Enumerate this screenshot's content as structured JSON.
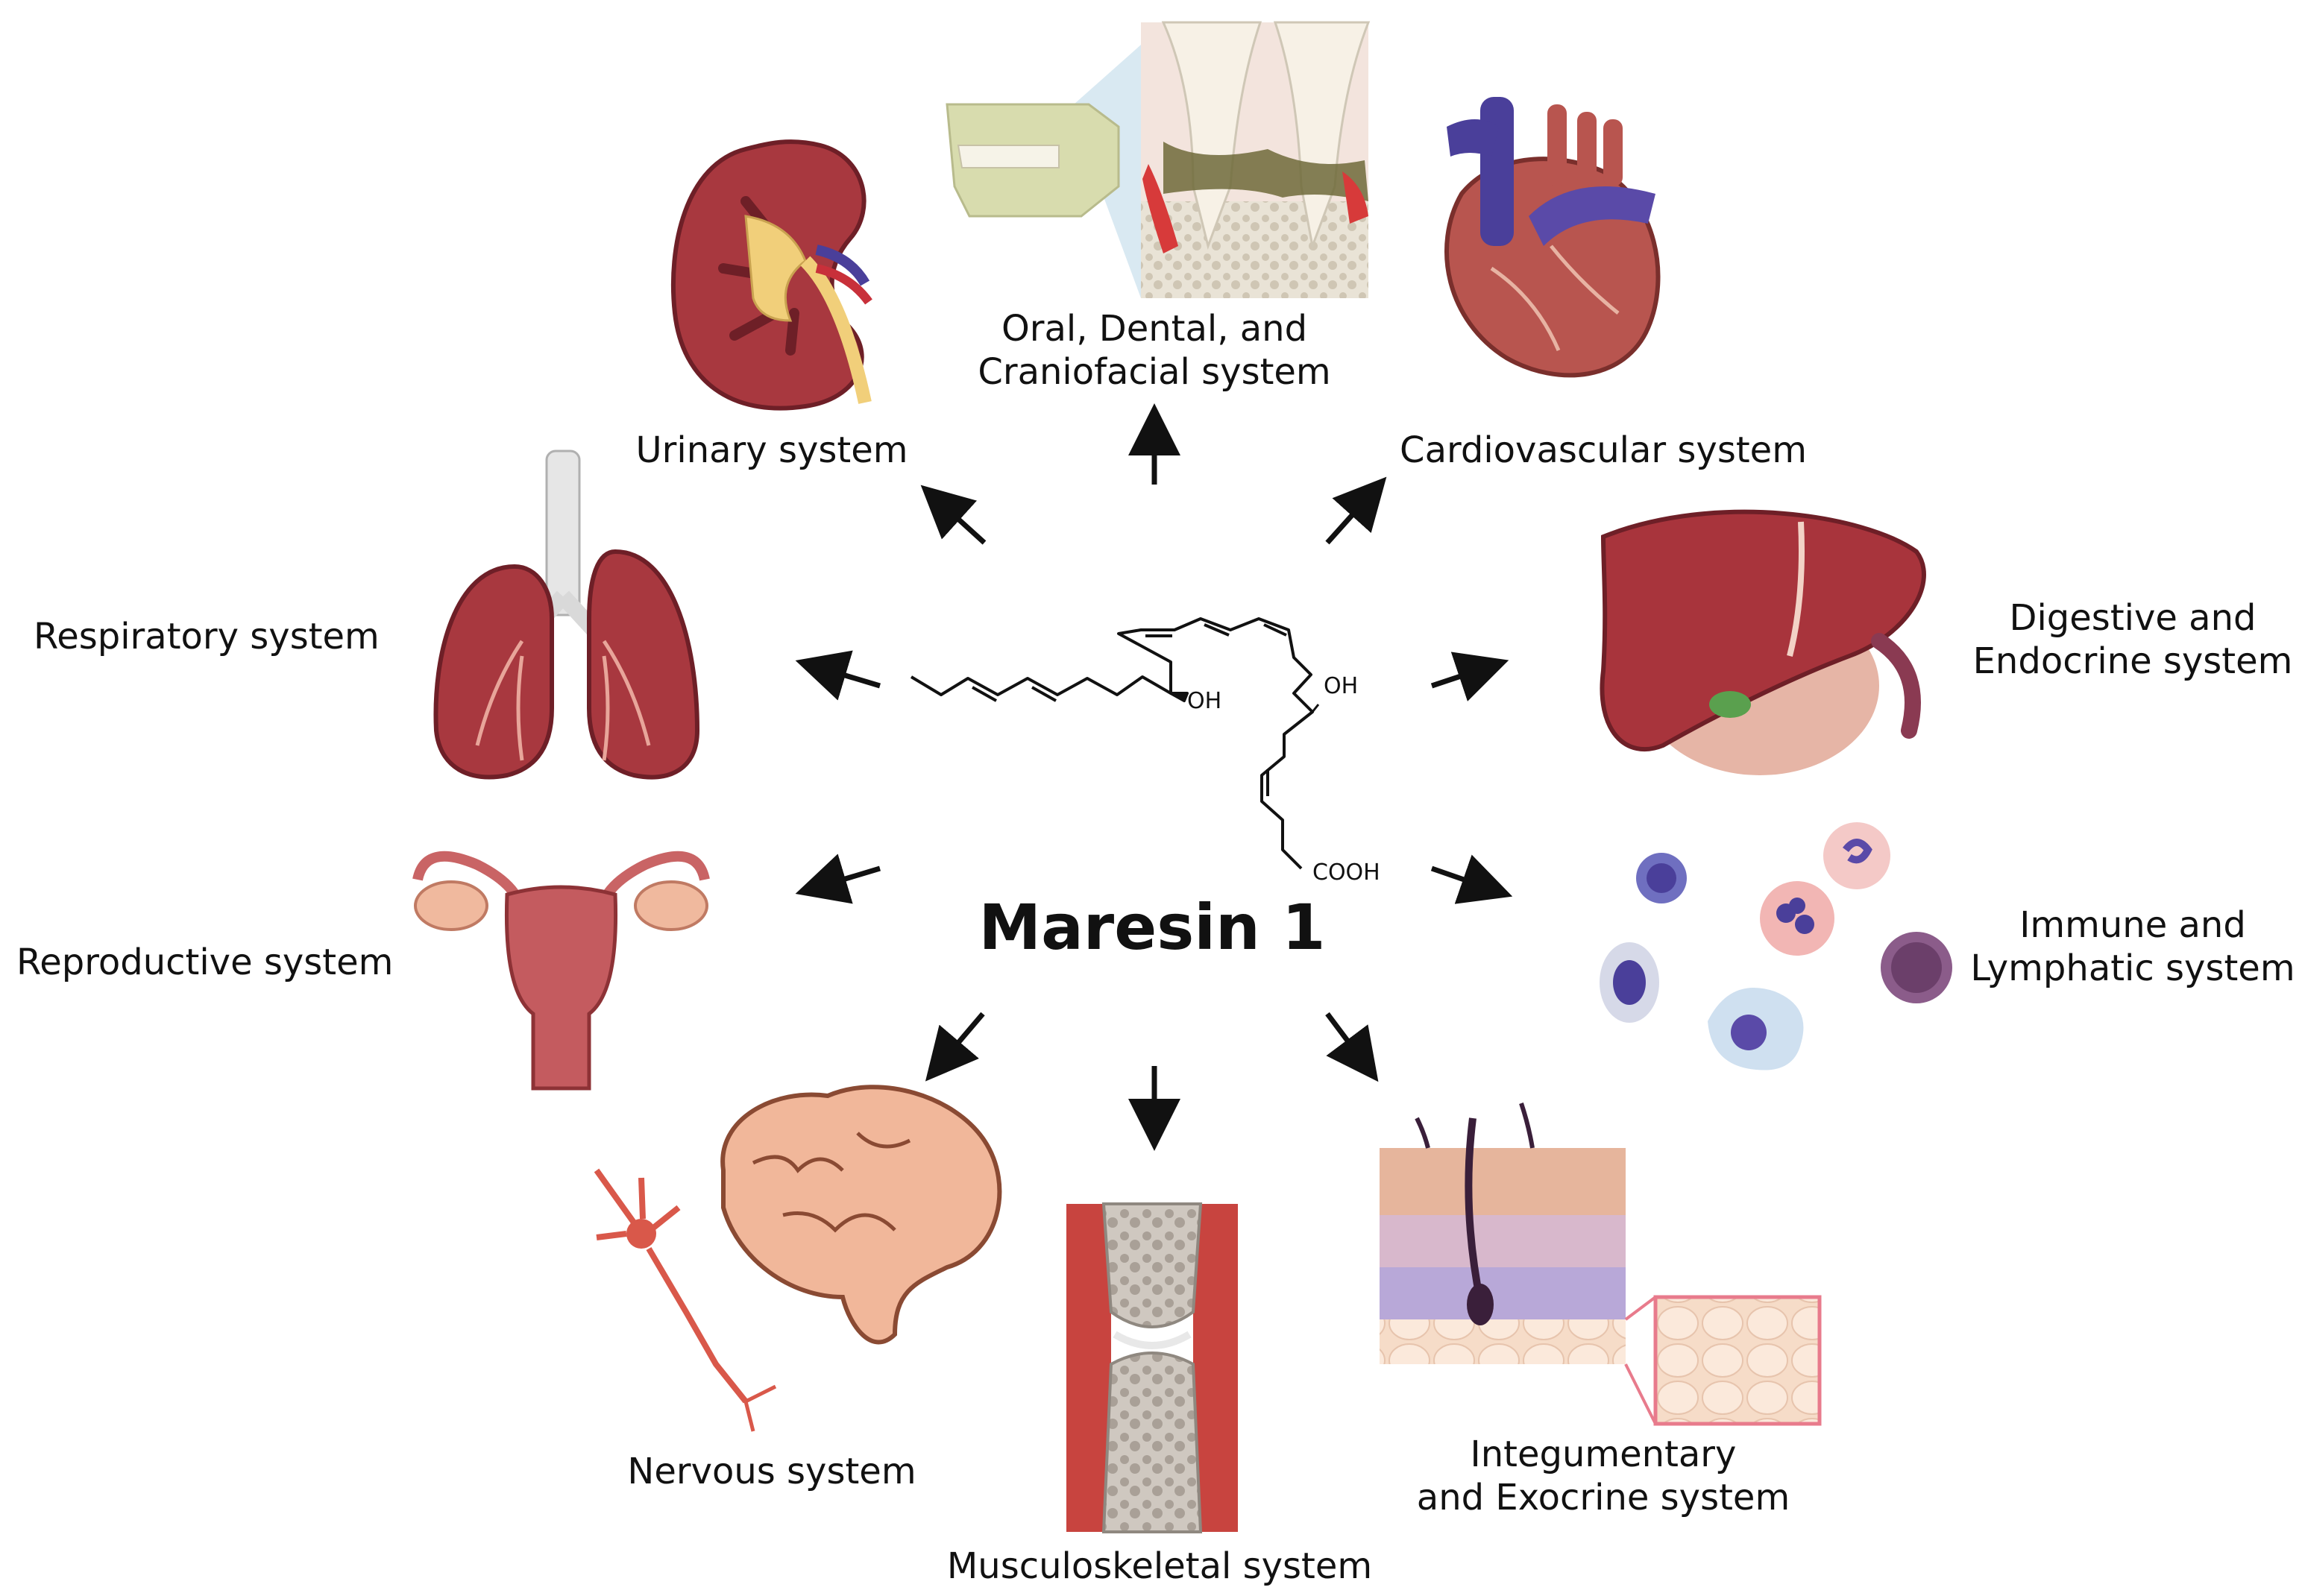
{
  "title": "Maresin 1",
  "molecule": {
    "oh_1": "OH",
    "oh_2": "OH",
    "cooh": "COOH"
  },
  "systems": [
    {
      "id": "oral",
      "label_lines": [
        "Oral, Dental, and",
        "Craniofacial system"
      ],
      "icon": "jaw-and-teeth-icon"
    },
    {
      "id": "urinary",
      "label_lines": [
        "Urinary system"
      ],
      "icon": "kidney-icon"
    },
    {
      "id": "cardio",
      "label_lines": [
        "Cardiovascular system"
      ],
      "icon": "heart-icon"
    },
    {
      "id": "respiratory",
      "label_lines": [
        "Respiratory system"
      ],
      "icon": "lungs-icon"
    },
    {
      "id": "digestive",
      "label_lines": [
        "Digestive and",
        "Endocrine system"
      ],
      "icon": "liver-icon"
    },
    {
      "id": "reproductive",
      "label_lines": [
        "Reproductive system"
      ],
      "icon": "uterus-icon"
    },
    {
      "id": "immune",
      "label_lines": [
        "Immune and",
        "Lymphatic system"
      ],
      "icon": "immune-cells-icon"
    },
    {
      "id": "nervous",
      "label_lines": [
        "Nervous system"
      ],
      "icon": "brain-and-neuron-icon"
    },
    {
      "id": "musculo",
      "label_lines": [
        "Musculoskeletal system"
      ],
      "icon": "knee-joint-icon"
    },
    {
      "id": "integ",
      "label_lines": [
        "Integumentary",
        "and Exocrine system"
      ],
      "icon": "skin-section-icon"
    }
  ],
  "colors": {
    "organ_red": "#a8383f",
    "organ_dark": "#6e1f27",
    "tissue_pink": "#e8b4a8",
    "vessel_blue": "#4a3f9a",
    "bone_grey": "#b9b1a8",
    "arrow": "#111111"
  }
}
